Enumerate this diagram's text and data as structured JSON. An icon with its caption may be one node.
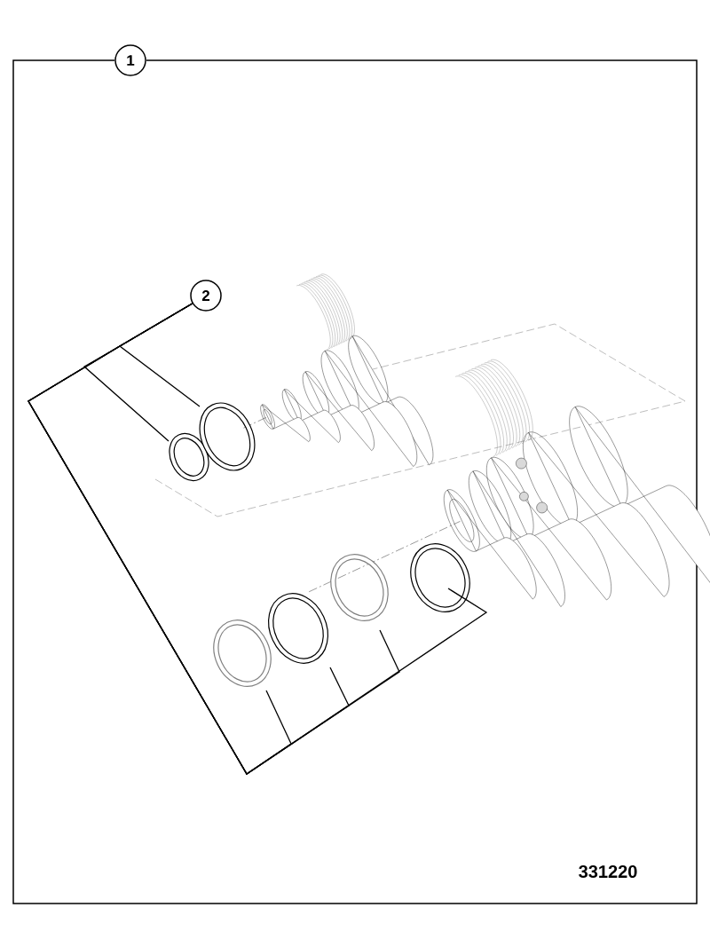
{
  "diagram": {
    "nodes": [
      {
        "text": [
          "1"
        ]
      },
      {
        "text": [
          "2"
        ]
      },
      {
        "text": [],
        "shape": "circle"
      },
      {
        "text": [],
        "shape": "circle"
      },
      {
        "text": [],
        "shape": "circle"
      },
      {
        "text": [],
        "shape": "circle"
      },
      {
        "text": [],
        "shape": "circle"
      },
      {
        "text": [],
        "shape": "circle"
      }
    ],
    "edges": [
      {
        "from": 1,
        "to": 3,
        "arrow": "none"
      },
      {
        "from": 1,
        "to": 2,
        "arrow": "none"
      },
      {
        "from": 1,
        "to": 4,
        "arrow": "none"
      },
      {
        "from": 1,
        "to": 5,
        "arrow": "none"
      },
      {
        "from": 1,
        "to": 6,
        "arrow": "none"
      },
      {
        "from": 1,
        "to": 7,
        "arrow": "none"
      }
    ],
    "labels": [
      "331220"
    ]
  }
}
